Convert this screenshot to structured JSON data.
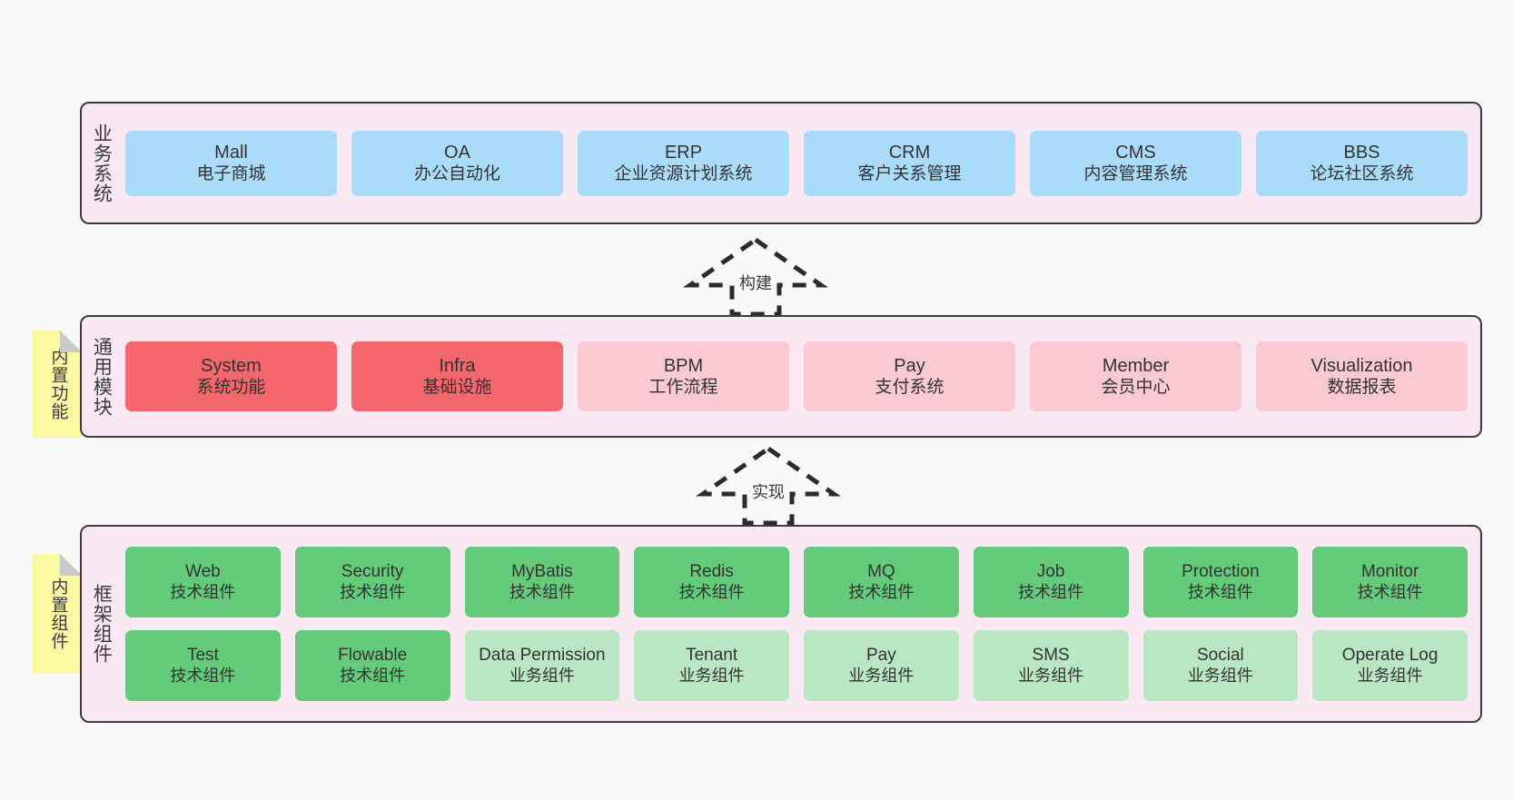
{
  "diagram": {
    "title": "ruoyi-vue-pro architecture tiers",
    "colors": {
      "panel_bg": "#fae9f2",
      "panel_border": "#3c3c3c",
      "blue": "#aadcfa",
      "red": "#f4676c",
      "pink": "#fbc9d2",
      "green": "#63cb79",
      "green_light": "#b9e6c3",
      "note_yellow": "#fbf9a2",
      "canvas_bg": "#f9f9f9"
    }
  },
  "tiers": [
    {
      "id": "business",
      "title": "业务系统",
      "cards": [
        {
          "en": "Mall",
          "cn": "电子商城",
          "color": "c-blue"
        },
        {
          "en": "OA",
          "cn": "办公自动化",
          "color": "c-blue"
        },
        {
          "en": "ERP",
          "cn": "企业资源计划系统",
          "color": "c-blue"
        },
        {
          "en": "CRM",
          "cn": "客户关系管理",
          "color": "c-blue"
        },
        {
          "en": "CMS",
          "cn": "内容管理系统",
          "color": "c-blue"
        },
        {
          "en": "BBS",
          "cn": "论坛社区系统",
          "color": "c-blue"
        }
      ]
    },
    {
      "id": "module",
      "title": "通用模块",
      "note": "内置功能",
      "cards": [
        {
          "en": "System",
          "cn": "系统功能",
          "color": "c-red"
        },
        {
          "en": "Infra",
          "cn": "基础设施",
          "color": "c-red"
        },
        {
          "en": "BPM",
          "cn": "工作流程",
          "color": "c-pink"
        },
        {
          "en": "Pay",
          "cn": "支付系统",
          "color": "c-pink"
        },
        {
          "en": "Member",
          "cn": "会员中心",
          "color": "c-pink"
        },
        {
          "en": "Visualization",
          "cn": "数据报表",
          "color": "c-pink"
        }
      ]
    },
    {
      "id": "framework",
      "title": "框架组件",
      "note": "内置组件",
      "rows": [
        [
          {
            "en": "Web",
            "cn": "技术组件",
            "color": "c-green"
          },
          {
            "en": "Security",
            "cn": "技术组件",
            "color": "c-green"
          },
          {
            "en": "MyBatis",
            "cn": "技术组件",
            "color": "c-green"
          },
          {
            "en": "Redis",
            "cn": "技术组件",
            "color": "c-green"
          },
          {
            "en": "MQ",
            "cn": "技术组件",
            "color": "c-green"
          },
          {
            "en": "Job",
            "cn": "技术组件",
            "color": "c-green"
          },
          {
            "en": "Protection",
            "cn": "技术组件",
            "color": "c-green"
          },
          {
            "en": "Monitor",
            "cn": "技术组件",
            "color": "c-green"
          }
        ],
        [
          {
            "en": "Test",
            "cn": "技术组件",
            "color": "c-green"
          },
          {
            "en": "Flowable",
            "cn": "技术组件",
            "color": "c-green"
          },
          {
            "en": "Data Permission",
            "cn": "业务组件",
            "color": "c-green-light"
          },
          {
            "en": "Tenant",
            "cn": "业务组件",
            "color": "c-green-light"
          },
          {
            "en": "Pay",
            "cn": "业务组件",
            "color": "c-green-light"
          },
          {
            "en": "SMS",
            "cn": "业务组件",
            "color": "c-green-light"
          },
          {
            "en": "Social",
            "cn": "业务组件",
            "color": "c-green-light"
          },
          {
            "en": "Operate Log",
            "cn": "业务组件",
            "color": "c-green-light"
          }
        ]
      ]
    }
  ],
  "arrows": [
    {
      "id": "build",
      "label": "构建"
    },
    {
      "id": "impl",
      "label": "实现"
    }
  ]
}
